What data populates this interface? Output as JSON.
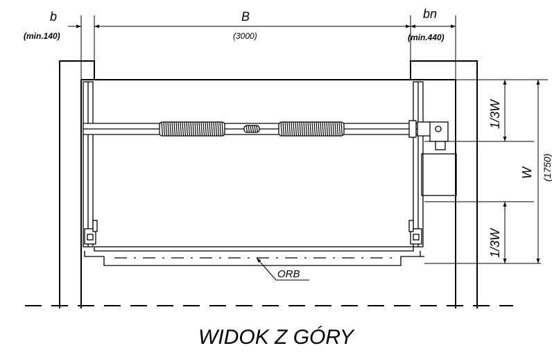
{
  "dimensions": {
    "b_label": "b",
    "b_value": "(min.140)",
    "B_label": "B",
    "B_value": "(3000)",
    "bn_label": "bn",
    "bn_value": "(min.440)",
    "W_label": "W",
    "W_value": "(1750)",
    "third_top": "1/3W",
    "third_bottom": "1/3W"
  },
  "callout": "ORB",
  "view_title": "WIDOK Z GÓRY"
}
